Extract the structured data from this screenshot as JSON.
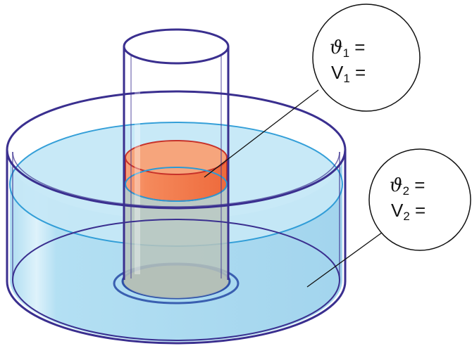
{
  "callouts": [
    {
      "symbol": "ϑ",
      "sub": "1",
      "line1_suffix": " =",
      "line2_prefix": "V",
      "line2_sub": "1",
      "line2_suffix": " ="
    },
    {
      "symbol": "ϑ",
      "sub": "2",
      "line1_suffix": " =",
      "line2_prefix": "V",
      "line2_sub": "2",
      "line2_suffix": " ="
    }
  ],
  "colors": {
    "outline": "#3a2f8f",
    "water_fill": "#a9dcf2",
    "water_surface": "#c6e8f7",
    "water_edge": "#2a9ad6",
    "hot_liquid": "#f37a4a",
    "hot_liquid_top": "#f6a57c",
    "tube_inner": "#b9c4bc",
    "base_disc": "#9aa8a4"
  }
}
